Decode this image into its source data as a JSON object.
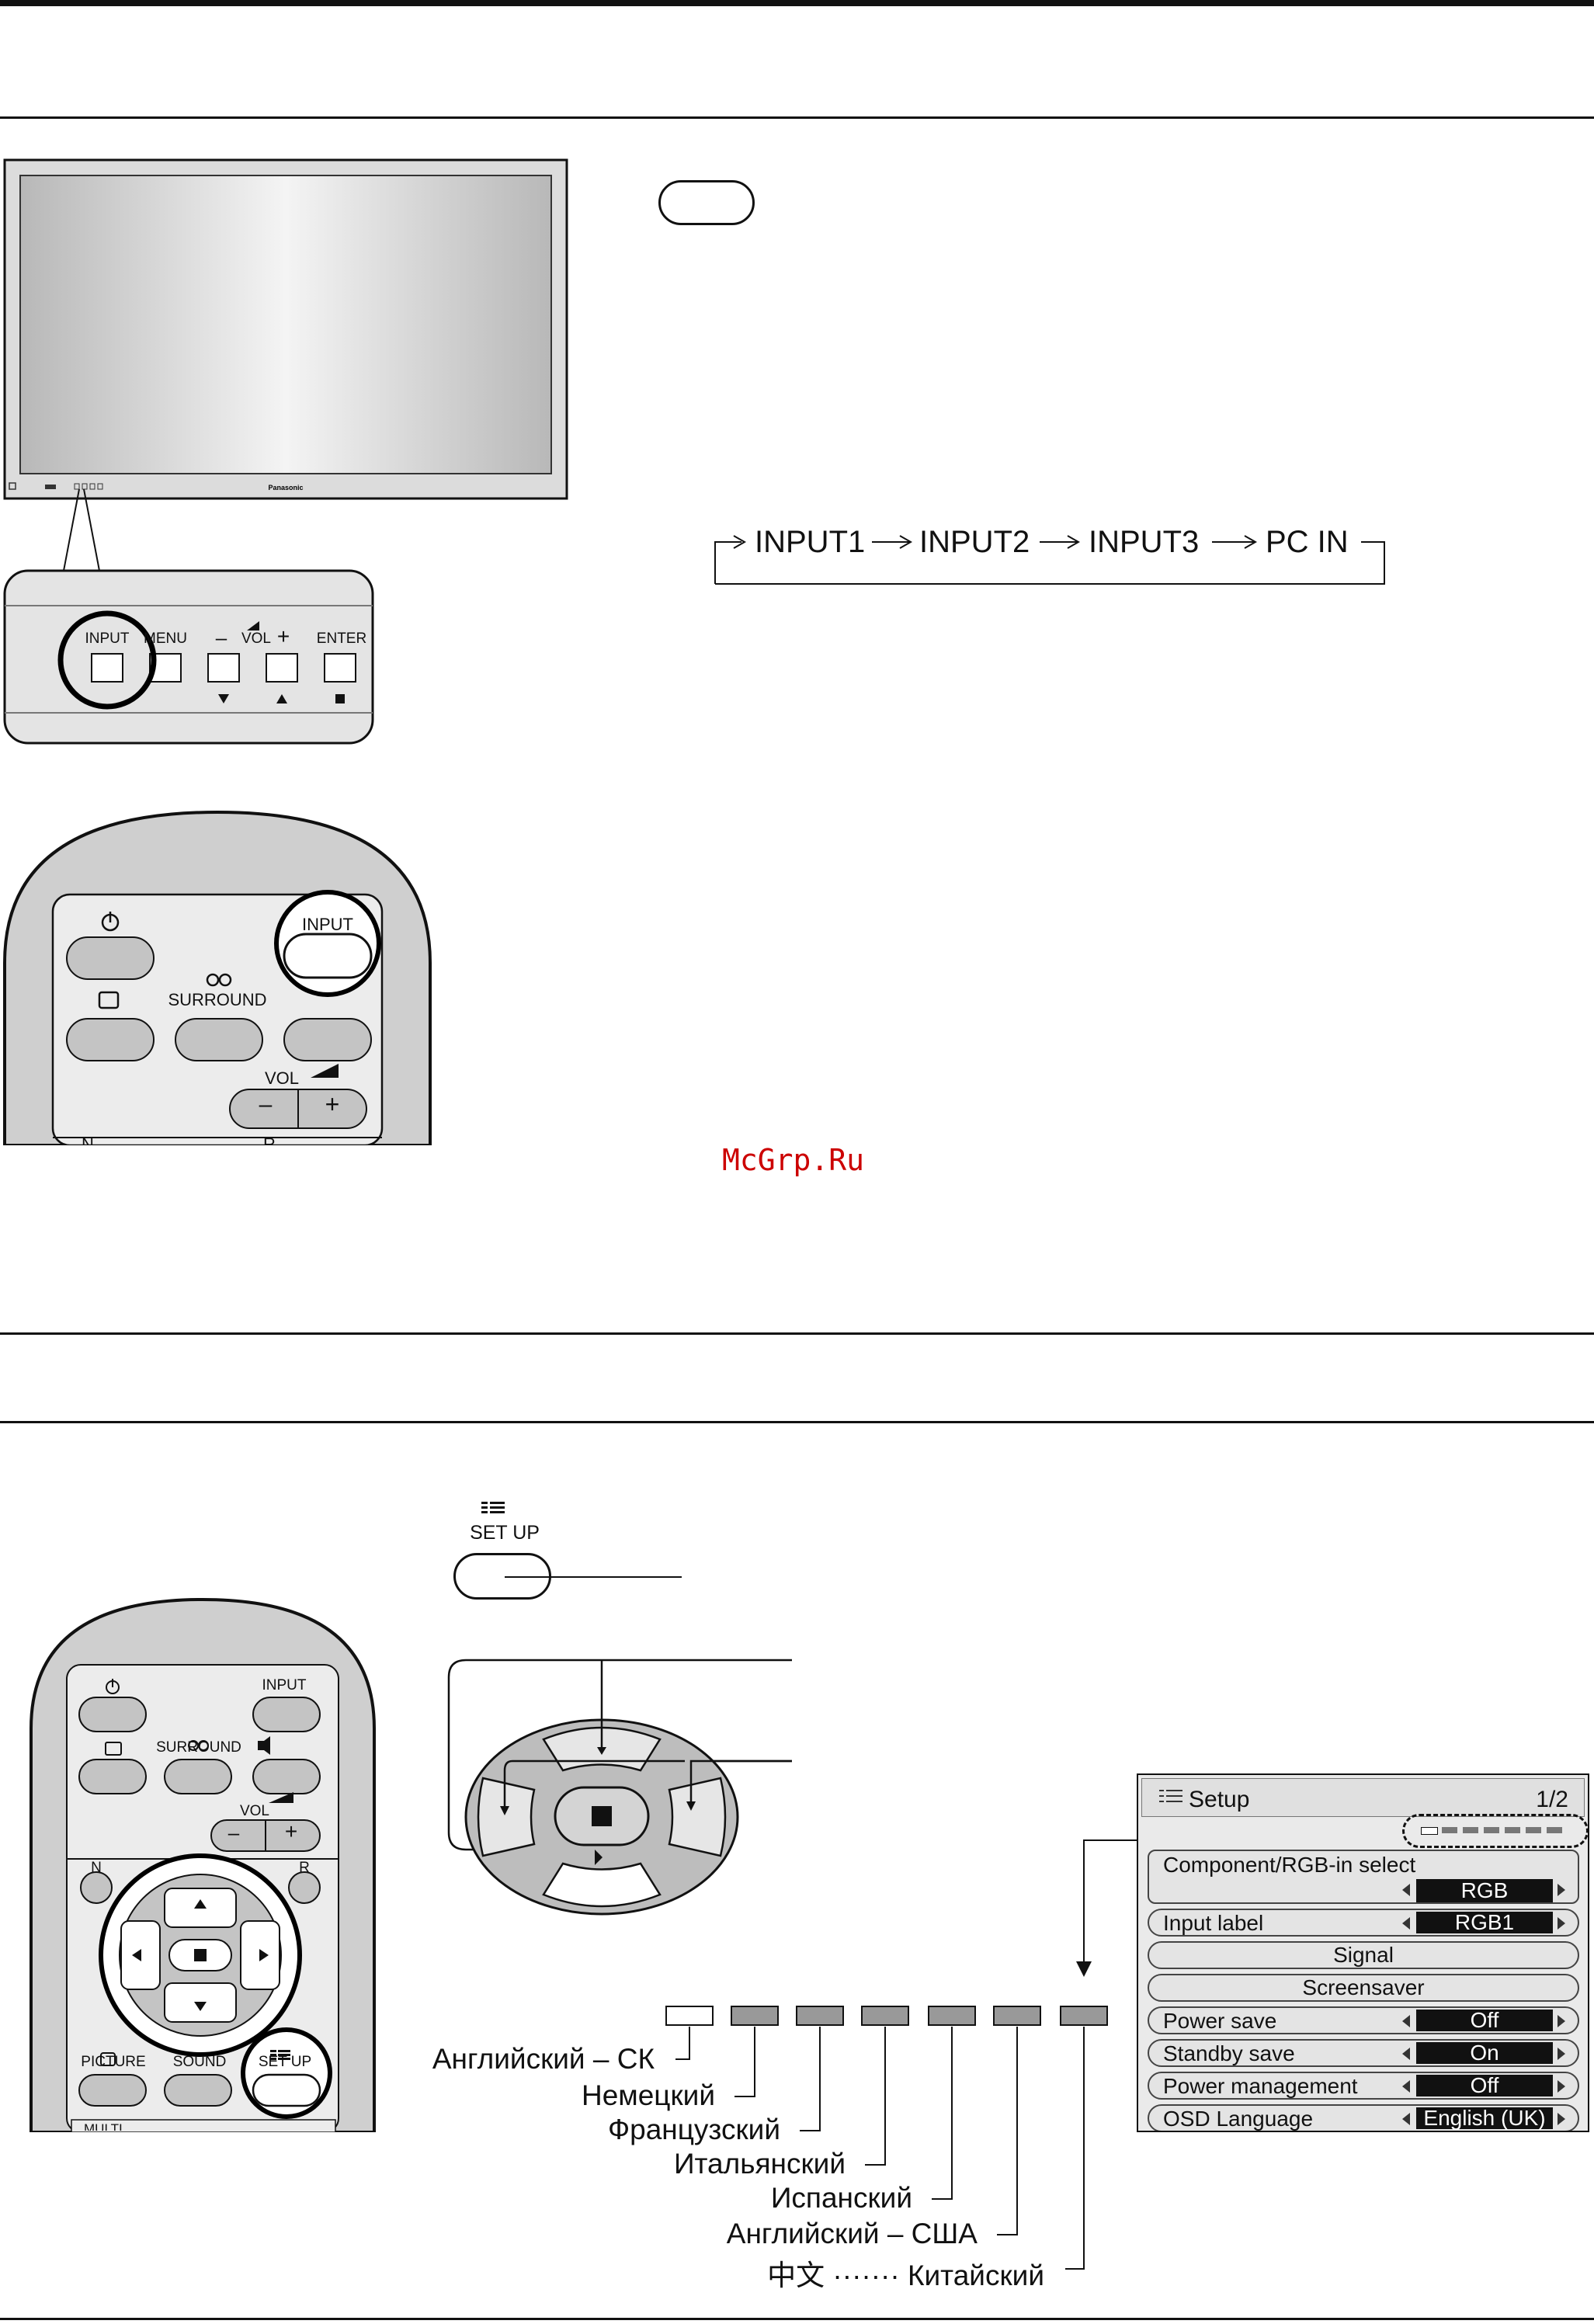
{
  "watermark": "McGrp.Ru",
  "tv": {
    "brand": "Panasonic"
  },
  "control_panel": {
    "input": "INPUT",
    "menu": "MENU",
    "vol": "VOL",
    "minus": "–",
    "plus": "+",
    "enter": "ENTER"
  },
  "remote_top": {
    "input": "INPUT",
    "surround": "SURROUND",
    "vol": "VOL",
    "minus": "–",
    "plus": "+",
    "n": "N",
    "r": "R"
  },
  "input_cycle": [
    "INPUT1",
    "INPUT2",
    "INPUT3",
    "PC IN"
  ],
  "setup_button": {
    "label": "SET UP"
  },
  "remote_bottom": {
    "input": "INPUT",
    "surround": "SURROUND",
    "vol": "VOL",
    "minus": "–",
    "plus": "+",
    "n": "N",
    "r": "R",
    "picture": "PICTURE",
    "sound": "SOUND",
    "setup": "SET UP",
    "multi": "MULTI"
  },
  "language_list": [
    "Английский – СК",
    "Немецкий",
    "Французский",
    "Итальянский",
    "Испанский",
    "Английский – США",
    "中文 ······· Китайский"
  ],
  "setup_menu": {
    "title": "Setup",
    "page": "1/2",
    "rows": [
      {
        "label": "Component/RGB-in  select",
        "value": "RGB"
      },
      {
        "label": "Input label",
        "value": "RGB1"
      },
      {
        "label": "Signal",
        "value": ""
      },
      {
        "label": "Screensaver",
        "value": ""
      },
      {
        "label": "Power save",
        "value": "Off"
      },
      {
        "label": "Standby save",
        "value": "On"
      },
      {
        "label": "Power management",
        "value": "Off"
      },
      {
        "label": "OSD  Language",
        "value": "English (UK)"
      }
    ]
  }
}
